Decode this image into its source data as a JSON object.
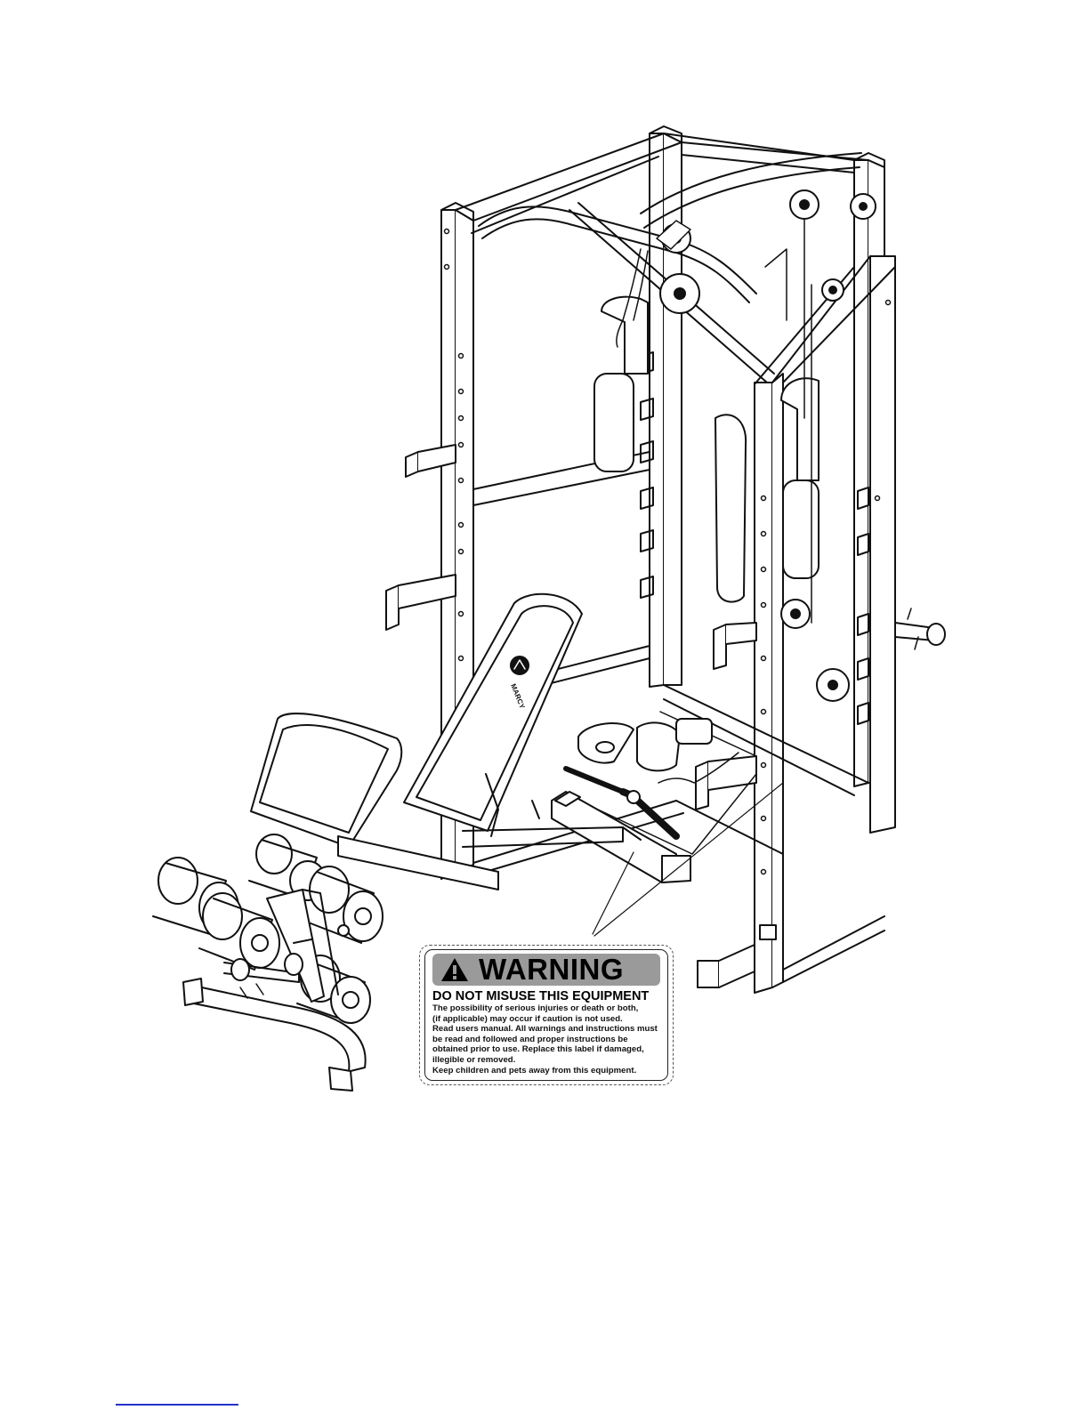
{
  "brand": {
    "logo_text": "MARCY"
  },
  "warning_label": {
    "title": "WARNING",
    "subtitle": "DO NOT MISUSE THIS EQUIPMENT",
    "lines": [
      "The possibility of serious injuries or death or both,",
      "(if applicable) may occur if caution is not used.",
      "Read users manual. All warnings and instructions must",
      "be read and followed and proper instructions be",
      "obtained prior to use. Replace this label if damaged,",
      "illegible or removed.",
      "Keep children and pets away from this equipment."
    ]
  }
}
